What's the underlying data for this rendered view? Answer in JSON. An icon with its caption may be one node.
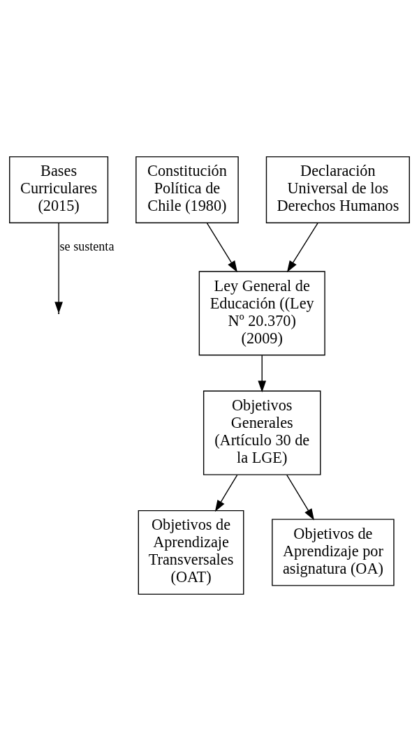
{
  "diagram": {
    "nodes": [
      {
        "text": [
          "Bases Curriculares (2015)"
        ]
      },
      {
        "text": [
          "Constitución Política de Chile (1980)"
        ]
      },
      {
        "text": [
          "Declaración Universal de los Derechos Humanos"
        ]
      },
      {
        "text": [
          "Ley General de Educación ((Ley Nº 20.370) (2009)"
        ]
      },
      {
        "text": [
          "Objetivos Generales (Artículo 30 de la LGE)"
        ]
      },
      {
        "text": [
          "Objetivos de Aprendizaje Transversales (OAT)"
        ]
      },
      {
        "text": [
          "Objetivos de Aprendizaje por asignatura (OA)"
        ]
      }
    ],
    "edges": [
      {
        "from": 0,
        "to": null,
        "arrow": "to",
        "label": "se sustenta"
      },
      {
        "from": 1,
        "to": 3,
        "arrow": "to"
      },
      {
        "from": 2,
        "to": 3,
        "arrow": "to"
      },
      {
        "from": 3,
        "to": 4,
        "arrow": "to"
      },
      {
        "from": 4,
        "to": 5,
        "arrow": "to"
      },
      {
        "from": 4,
        "to": 6,
        "arrow": "to"
      }
    ]
  }
}
